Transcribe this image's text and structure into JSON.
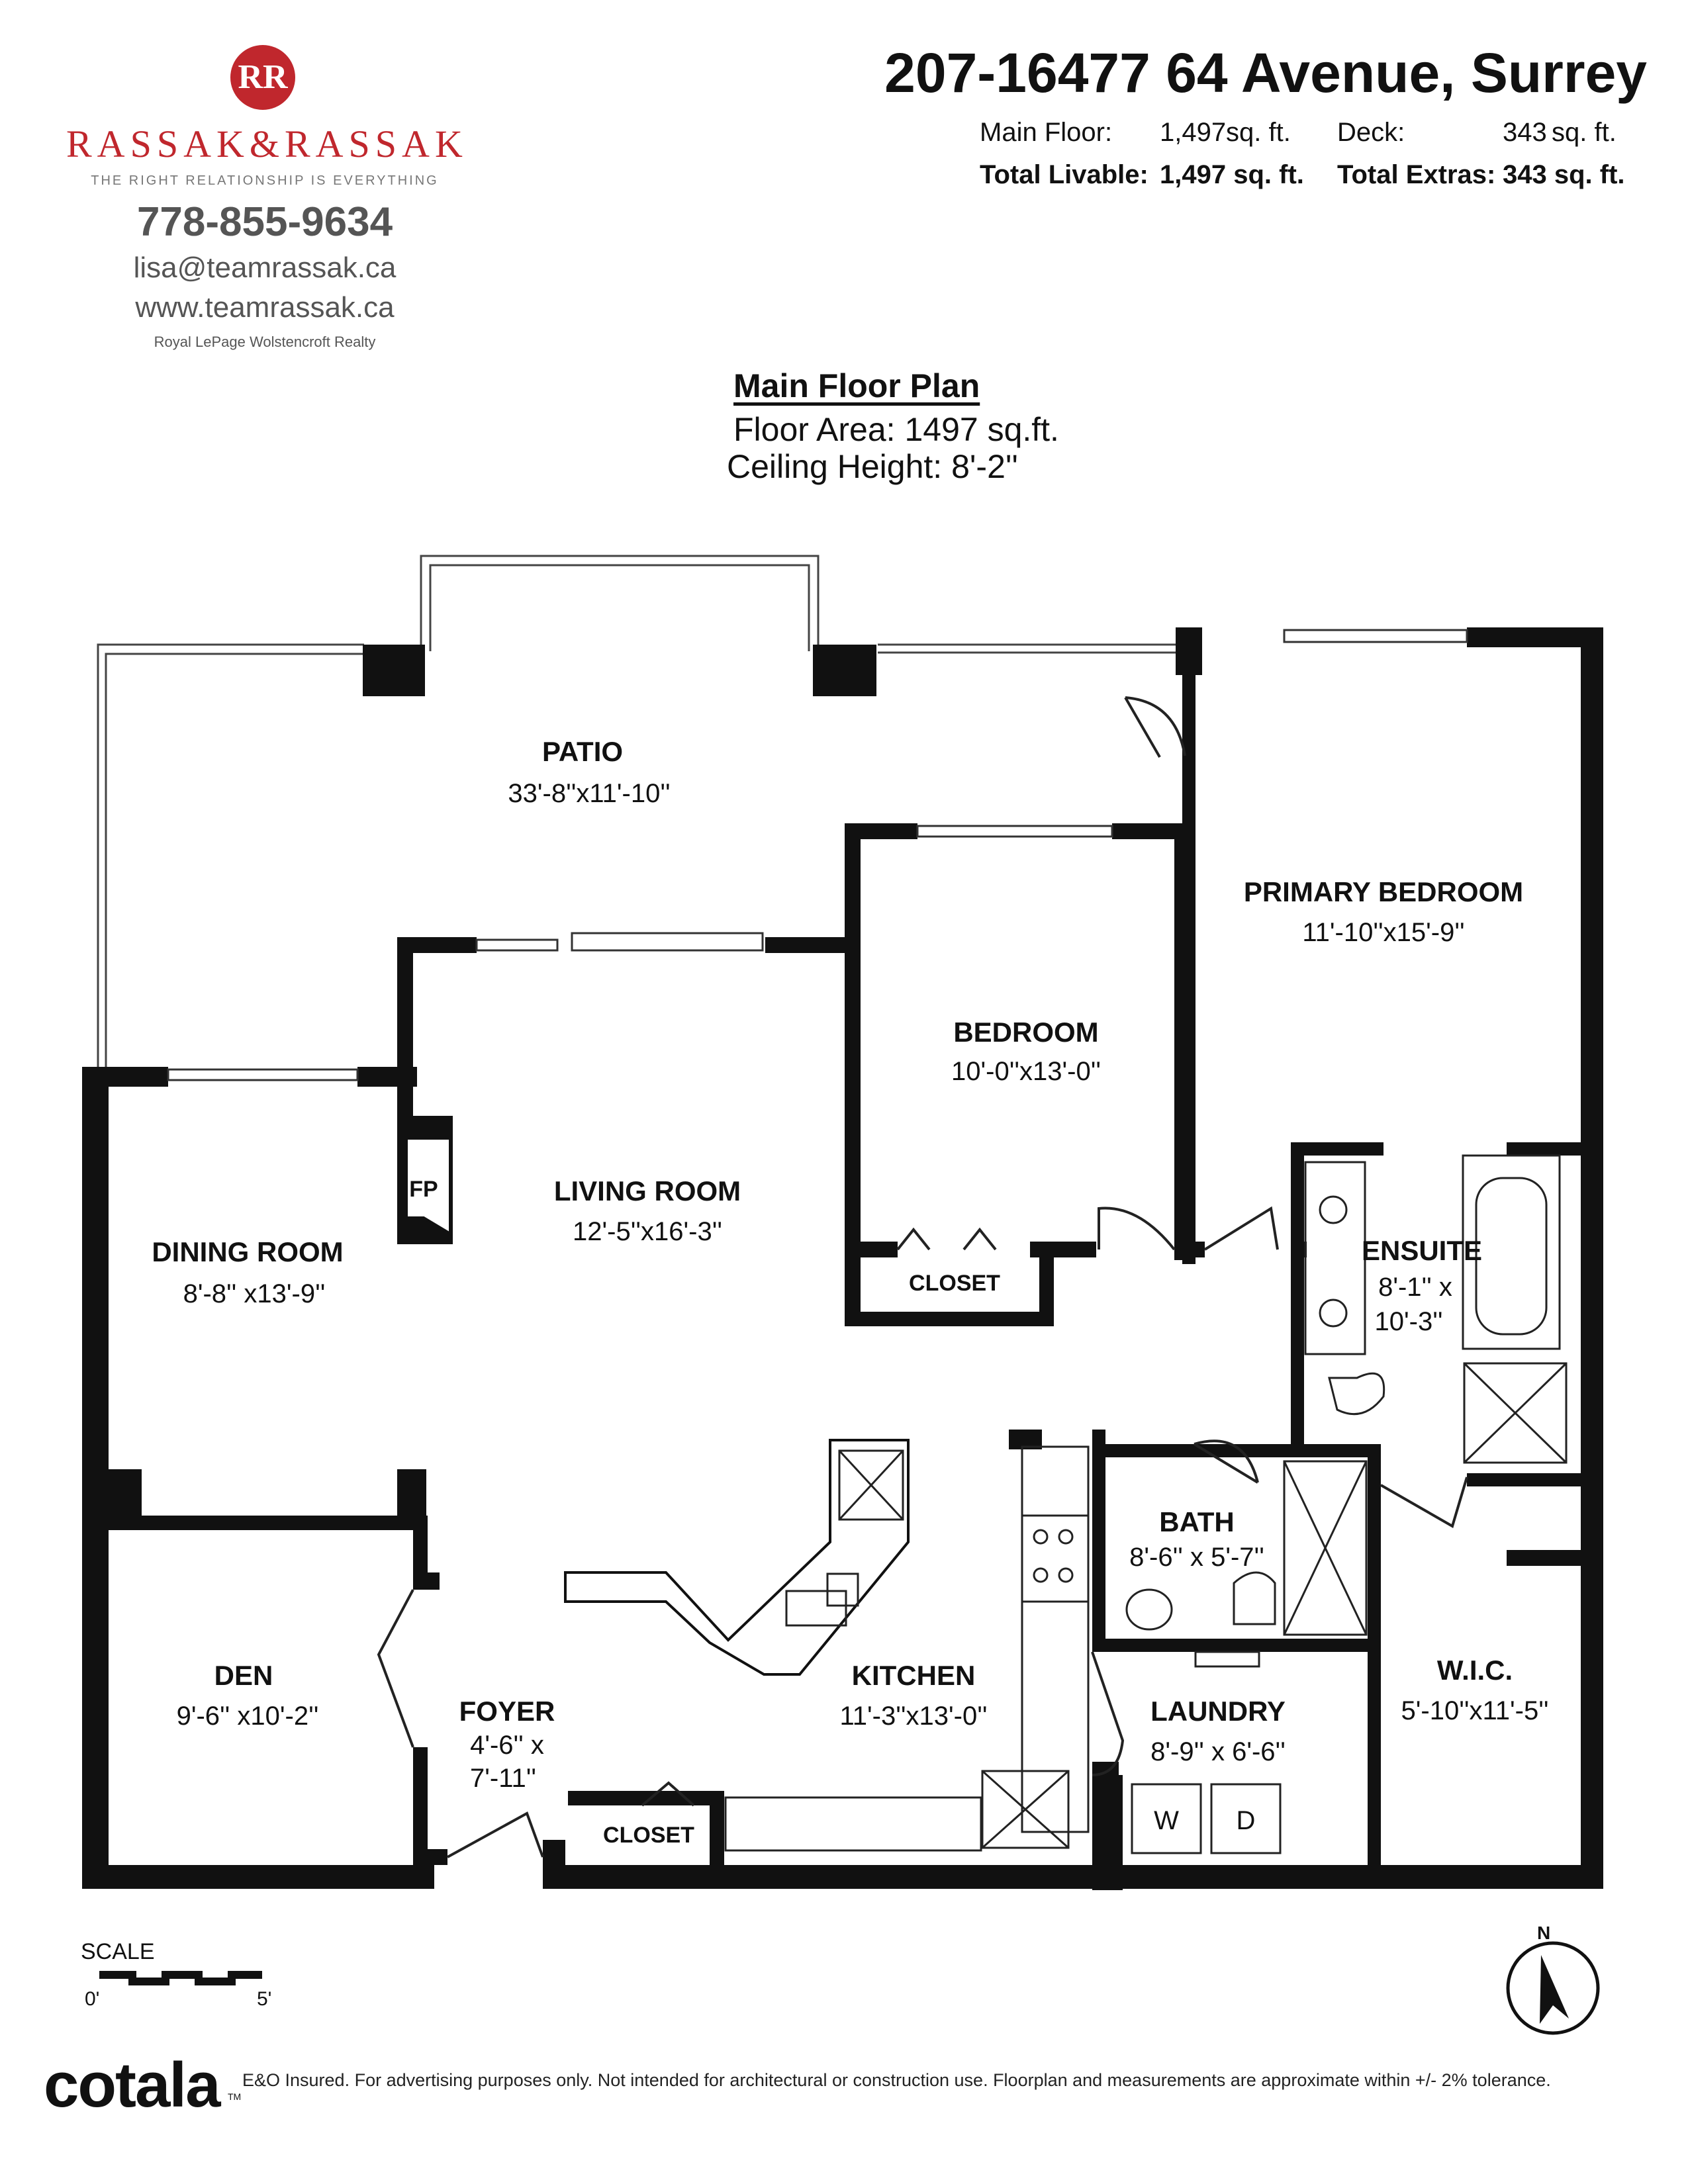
{
  "branding": {
    "logo_monogram": "RR",
    "brand_name": "RASSAK&RASSAK",
    "tagline": "THE RIGHT RELATIONSHIP IS EVERYTHING",
    "phone": "778-855-9634",
    "email": "lisa@teamrassak.ca",
    "website": "www.teamrassak.ca",
    "brokerage": "Royal LePage Wolstencroft Realty"
  },
  "property": {
    "address": "207-16477 64 Avenue, Surrey",
    "main_floor_label": "Main Floor:",
    "main_floor_value": "1,497",
    "deck_label": "Deck:",
    "deck_value": "343",
    "sqft_unit": "sq. ft.",
    "total_livable_label": "Total Livable:",
    "total_livable_value": "1,497 sq. ft.",
    "total_extras_label": "Total Extras:",
    "total_extras_value": "343 sq. ft."
  },
  "floor_plan": {
    "title": "Main Floor Plan",
    "floor_area": "Floor Area: 1497 sq.ft.",
    "ceiling_height": "Ceiling Height: 8'-2''"
  },
  "rooms": {
    "patio": {
      "name": "PATIO",
      "dims": "33'-8''x11'-10''"
    },
    "primary_bedroom": {
      "name": "PRIMARY BEDROOM",
      "dims": "11'-10''x15'-9''"
    },
    "bedroom": {
      "name": "BEDROOM",
      "dims": "10'-0''x13'-0''"
    },
    "living_room": {
      "name": "LIVING ROOM",
      "dims": "12'-5''x16'-3''"
    },
    "dining_room": {
      "name": "DINING ROOM",
      "dims": "8'-8'' x13'-9''"
    },
    "ensuite": {
      "name": "ENSUITE",
      "dims_1": "8'-1'' x",
      "dims_2": "10'-3''"
    },
    "bath": {
      "name": "BATH",
      "dims": "8'-6'' x 5'-7''"
    },
    "kitchen": {
      "name": "KITCHEN",
      "dims": "11'-3''x13'-0''"
    },
    "laundry": {
      "name": "LAUNDRY",
      "dims": "8'-9'' x 6'-6''"
    },
    "den": {
      "name": "DEN",
      "dims": "9'-6'' x10'-2''"
    },
    "foyer": {
      "name": "FOYER",
      "dims_1": "4'-6'' x",
      "dims_2": "7'-11''"
    },
    "wic": {
      "name": "W.I.C.",
      "dims": "5'-10''x11'-5''"
    },
    "closet_bedroom": "CLOSET",
    "closet_foyer": "CLOSET",
    "fireplace": "FP",
    "washer": "W",
    "dryer": "D"
  },
  "scale": {
    "title": "SCALE",
    "start": "0'",
    "end": "5'"
  },
  "compass": {
    "label": "N"
  },
  "footer": {
    "logo": "cotala",
    "trademark": "TM",
    "disclaimer": "E&O Insured. For advertising purposes only. Not intended for architectural or construction use. Floorplan and measurements are approximate within +/- 2% tolerance."
  }
}
